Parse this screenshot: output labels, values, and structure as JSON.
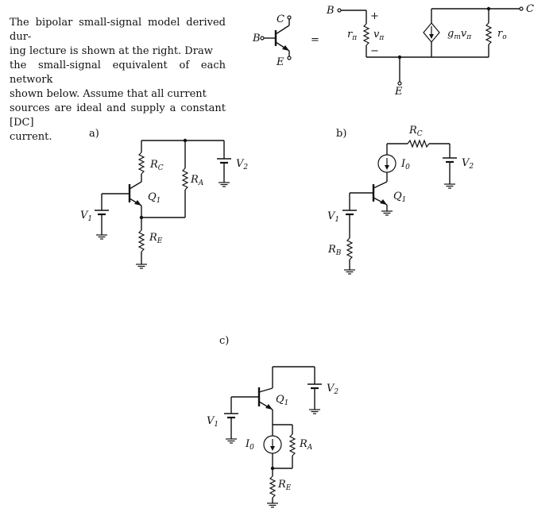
{
  "problem": {
    "lines": [
      "The bipolar small-signal model derived dur-",
      "ing lecture is shown at the right.  Draw",
      "the small-signal equivalent of each network",
      "shown below.   Assume that all current",
      "sources are ideal and supply a constant [DC]",
      "current."
    ]
  },
  "model": {
    "terminal_B": "B",
    "terminal_C": "C",
    "terminal_E": "E",
    "equals": "=",
    "r_pi": "r",
    "r_pi_sub": "π",
    "v_pi": "v",
    "v_pi_sub": "π",
    "plus": "+",
    "minus": "−",
    "gm": "g",
    "gm_sub": "m",
    "gm_v": "v",
    "gm_v_sub": "π",
    "r_o": "r",
    "r_o_sub": "o"
  },
  "circuits": {
    "a": {
      "label": "a)",
      "RC": "R",
      "RC_sub": "C",
      "RA": "R",
      "RA_sub": "A",
      "RE": "R",
      "RE_sub": "E",
      "Q": "Q",
      "Q_sub": "1",
      "V1": "V",
      "V1_sub": "1",
      "V2": "V",
      "V2_sub": "2"
    },
    "b": {
      "label": "b)",
      "RC": "R",
      "RC_sub": "C",
      "RB": "R",
      "RB_sub": "B",
      "I0": "I",
      "I0_sub": "0",
      "Q": "Q",
      "Q_sub": "1",
      "V1": "V",
      "V1_sub": "1",
      "V2": "V",
      "V2_sub": "2"
    },
    "c": {
      "label": "c)",
      "RA": "R",
      "RA_sub": "A",
      "RE": "R",
      "RE_sub": "E",
      "I0": "I",
      "I0_sub": "0",
      "Q": "Q",
      "Q_sub": "1",
      "V1": "V",
      "V1_sub": "1",
      "V2": "V",
      "V2_sub": "2"
    }
  }
}
